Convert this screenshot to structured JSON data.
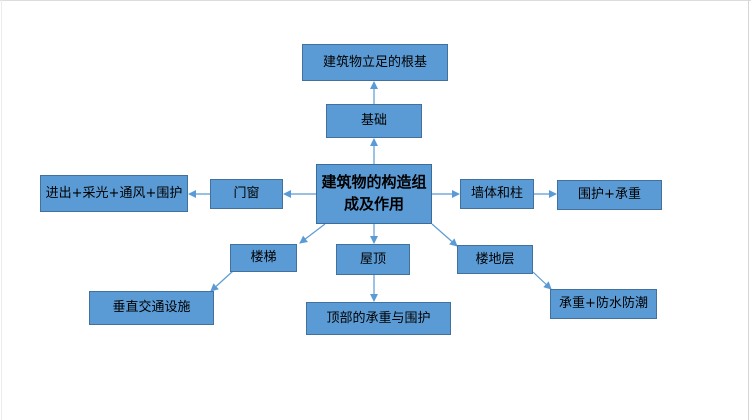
{
  "diagram": {
    "center": "建筑物的构造组成及作用",
    "nodes": {
      "foundation_role": "建筑物立足的根基",
      "foundation": "基础",
      "doors_windows": "门窗",
      "doors_windows_role": "进出+采光+通风+围护",
      "walls_columns": "墙体和柱",
      "walls_columns_role": "围护+承重",
      "stairs": "楼梯",
      "stairs_role": "垂直交通设施",
      "roof": "屋顶",
      "roof_role": "顶部的承重与围护",
      "floors": "楼地层",
      "floors_role": "承重+防水防潮"
    },
    "colors": {
      "box_fill": "#5b9bd5",
      "box_border": "#41719c",
      "arrow": "#5b9bd5"
    }
  }
}
